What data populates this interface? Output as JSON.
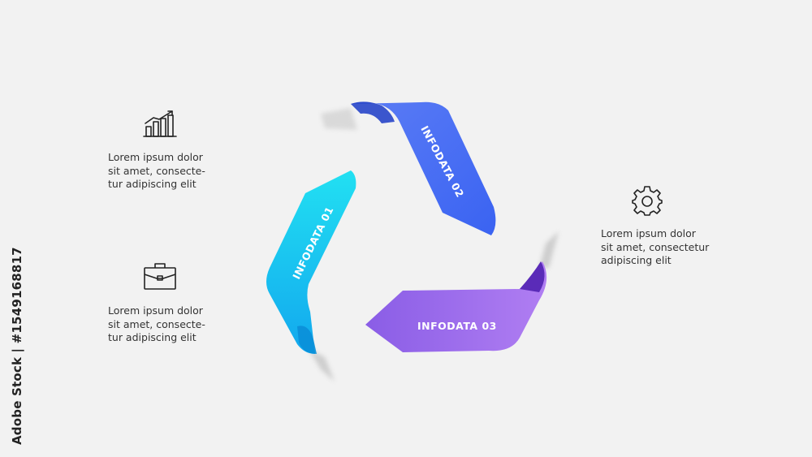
{
  "ribbons": [
    {
      "label": "INFODATA 01",
      "color_start": "#22e0f2",
      "color_end": "#12a8ee"
    },
    {
      "label": "INFODATA 02",
      "color_start": "#5b7cf5",
      "color_end": "#3a63f2"
    },
    {
      "label": "INFODATA 03",
      "color_start": "#8a5de6",
      "color_end": "#b07ef2"
    }
  ],
  "blocks": [
    {
      "icon": "bar-chart-growth-icon",
      "lines": [
        "Lorem ipsum dolor",
        "sit amet, consecte-",
        "tur adipiscing elit"
      ]
    },
    {
      "icon": "briefcase-icon",
      "lines": [
        "Lorem ipsum dolor",
        "sit amet, consecte-",
        "tur adipiscing elit"
      ]
    },
    {
      "icon": "gear-icon",
      "lines": [
        "Lorem ipsum dolor",
        "sit amet, consectetur",
        "adipiscing elit"
      ]
    }
  ],
  "stock_id": "Adobe Stock | #1549168817"
}
